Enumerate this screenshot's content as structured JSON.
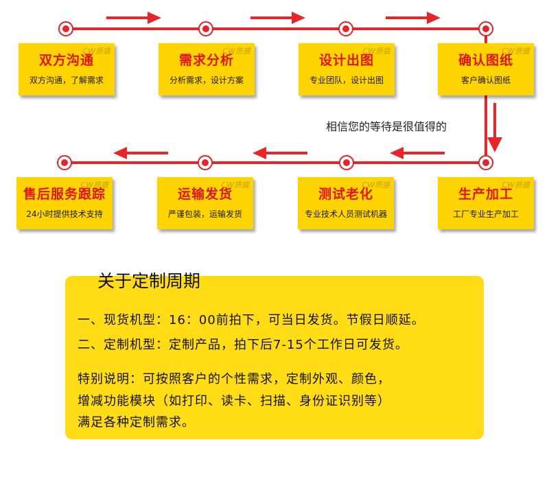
{
  "steps_top": [
    {
      "title": "双方沟通",
      "desc": "双方沟通，了解需求"
    },
    {
      "title": "需求分析",
      "desc": "分析需求，设计方案"
    },
    {
      "title": "设计出图",
      "desc": "专业团队，设计出图"
    },
    {
      "title": "确认图纸",
      "desc": "客户确认图纸"
    }
  ],
  "steps_bottom": [
    {
      "title": "售后服务跟踪",
      "desc": "24小时提供技术支持"
    },
    {
      "title": "运输发货",
      "desc": "严谨包装，运输发货"
    },
    {
      "title": "测试老化",
      "desc": "专业技术人员测试机器"
    },
    {
      "title": "生产加工",
      "desc": "工厂专业生产加工"
    }
  ],
  "watermark": "CW质盛",
  "note": "相信您的等待是很值得的",
  "cycle": {
    "title": "关于定制周期",
    "lines": [
      "一、现货机型：16：00前拍下，可当日发货。节假日顺延。",
      "二、定制机型：定制产品，拍下后7-15个工作日可发货。",
      "特别说明：可按照客户的个性需求，定制外观、颜色，",
      "增减功能模块（如打印、读卡、扫描、身份证识别等）",
      "满足各种定制需求。"
    ]
  },
  "colors": {
    "accent": "#e0262a",
    "card": "#ffd400",
    "box": "#ffdc15"
  }
}
